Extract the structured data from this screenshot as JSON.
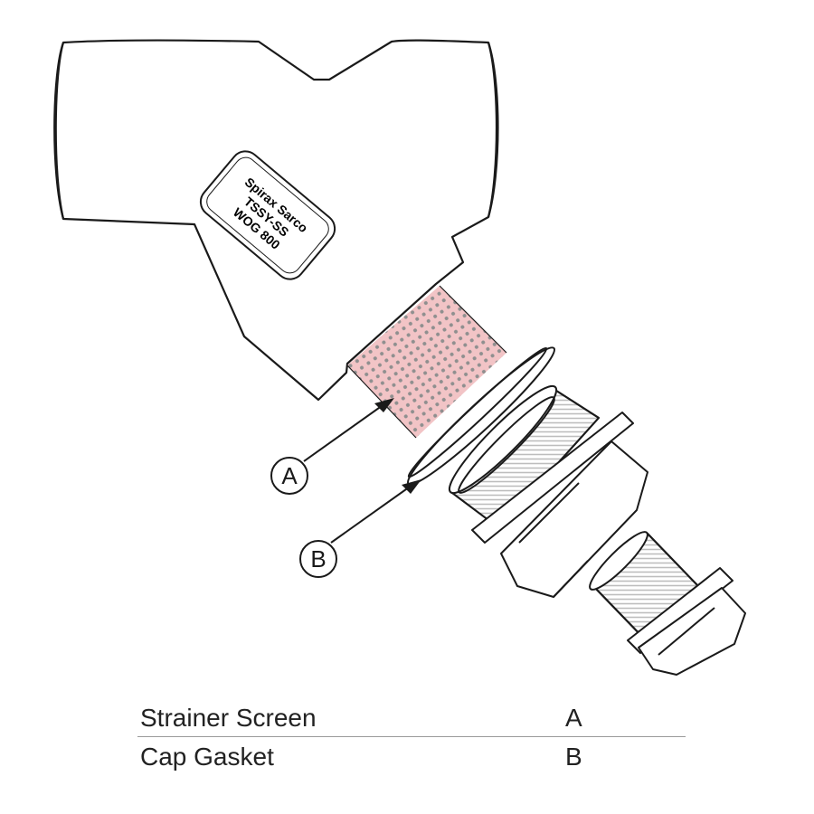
{
  "nameplate": {
    "line1": "Spirax Sarco",
    "line2": "TSSY-SS",
    "line3": "WOG 800"
  },
  "callouts": [
    {
      "letter": "A"
    },
    {
      "letter": "B"
    }
  ],
  "legend": [
    {
      "name": "Strainer Screen",
      "code": "A"
    },
    {
      "name": "Cap Gasket",
      "code": "B"
    }
  ],
  "colors": {
    "outline": "#1a1a1a",
    "screen_fill": "#f2c4c6",
    "screen_dots": "#8f8f8f",
    "thread": "#bdbdbd"
  }
}
